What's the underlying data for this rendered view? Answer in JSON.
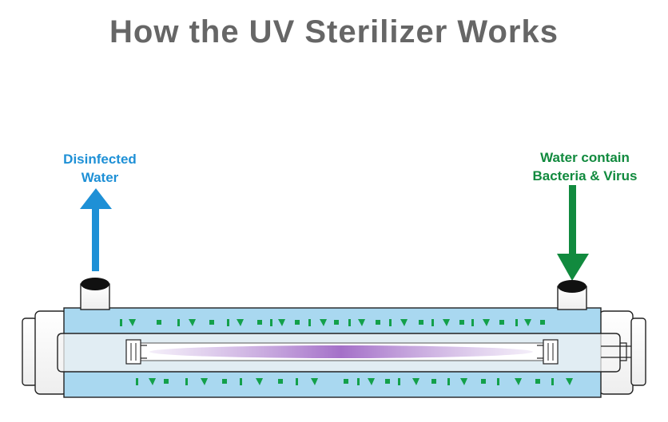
{
  "title": "How the UV Sterilizer Works",
  "outlet_label": {
    "line1": "Disinfected",
    "line2": "Water"
  },
  "inlet_label": {
    "line1": "Water contain",
    "line2": "Bacteria & Virus"
  },
  "colors": {
    "title": "#666666",
    "outlet": "#1E90D6",
    "inlet": "#118A3E",
    "water": "#A9D8F0",
    "uv_glow": "#A070C8",
    "bacteria": "#13A04A"
  },
  "icons": {
    "outlet_arrow": "arrow-up-icon",
    "inlet_arrow": "arrow-down-icon"
  }
}
